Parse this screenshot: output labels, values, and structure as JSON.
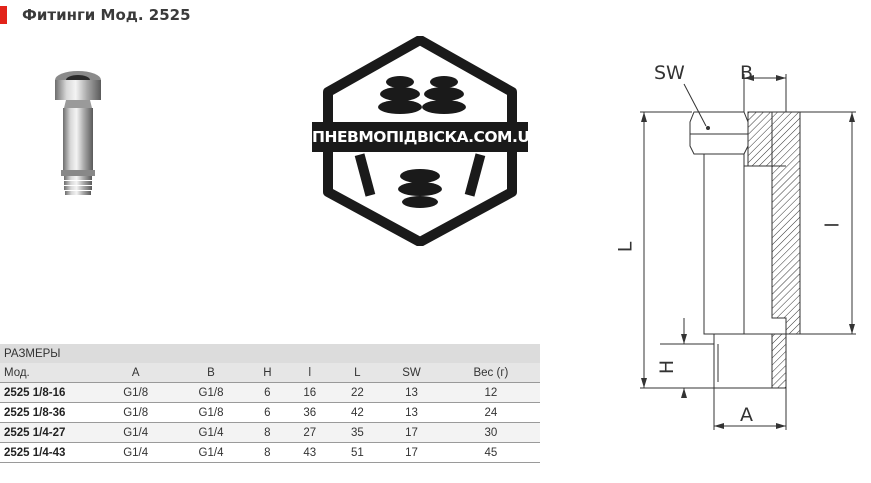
{
  "header": {
    "title": "Фитинги Мод. 2525"
  },
  "logo": {
    "text": "ПНЕВМОПІДВІСКА.COM.UA"
  },
  "drawing": {
    "labels": {
      "sw": "SW",
      "b": "B",
      "l_upper": "L",
      "l_lower": "l",
      "h": "H",
      "a": "A"
    }
  },
  "table": {
    "section_label": "РАЗМЕРЫ",
    "columns": [
      "Мод.",
      "A",
      "B",
      "H",
      "l",
      "L",
      "SW",
      "Вес (г)"
    ],
    "rows": [
      [
        "2525 1/8-16",
        "G1/8",
        "G1/8",
        "6",
        "16",
        "22",
        "13",
        "12"
      ],
      [
        "2525 1/8-36",
        "G1/8",
        "G1/8",
        "6",
        "36",
        "42",
        "13",
        "24"
      ],
      [
        "2525 1/4-27",
        "G1/4",
        "G1/4",
        "8",
        "27",
        "35",
        "17",
        "30"
      ],
      [
        "2525 1/4-43",
        "G1/4",
        "G1/4",
        "8",
        "43",
        "51",
        "17",
        "45"
      ]
    ]
  },
  "colors": {
    "accent": "#e2231a",
    "logo_bg": "#1a1a1a"
  }
}
